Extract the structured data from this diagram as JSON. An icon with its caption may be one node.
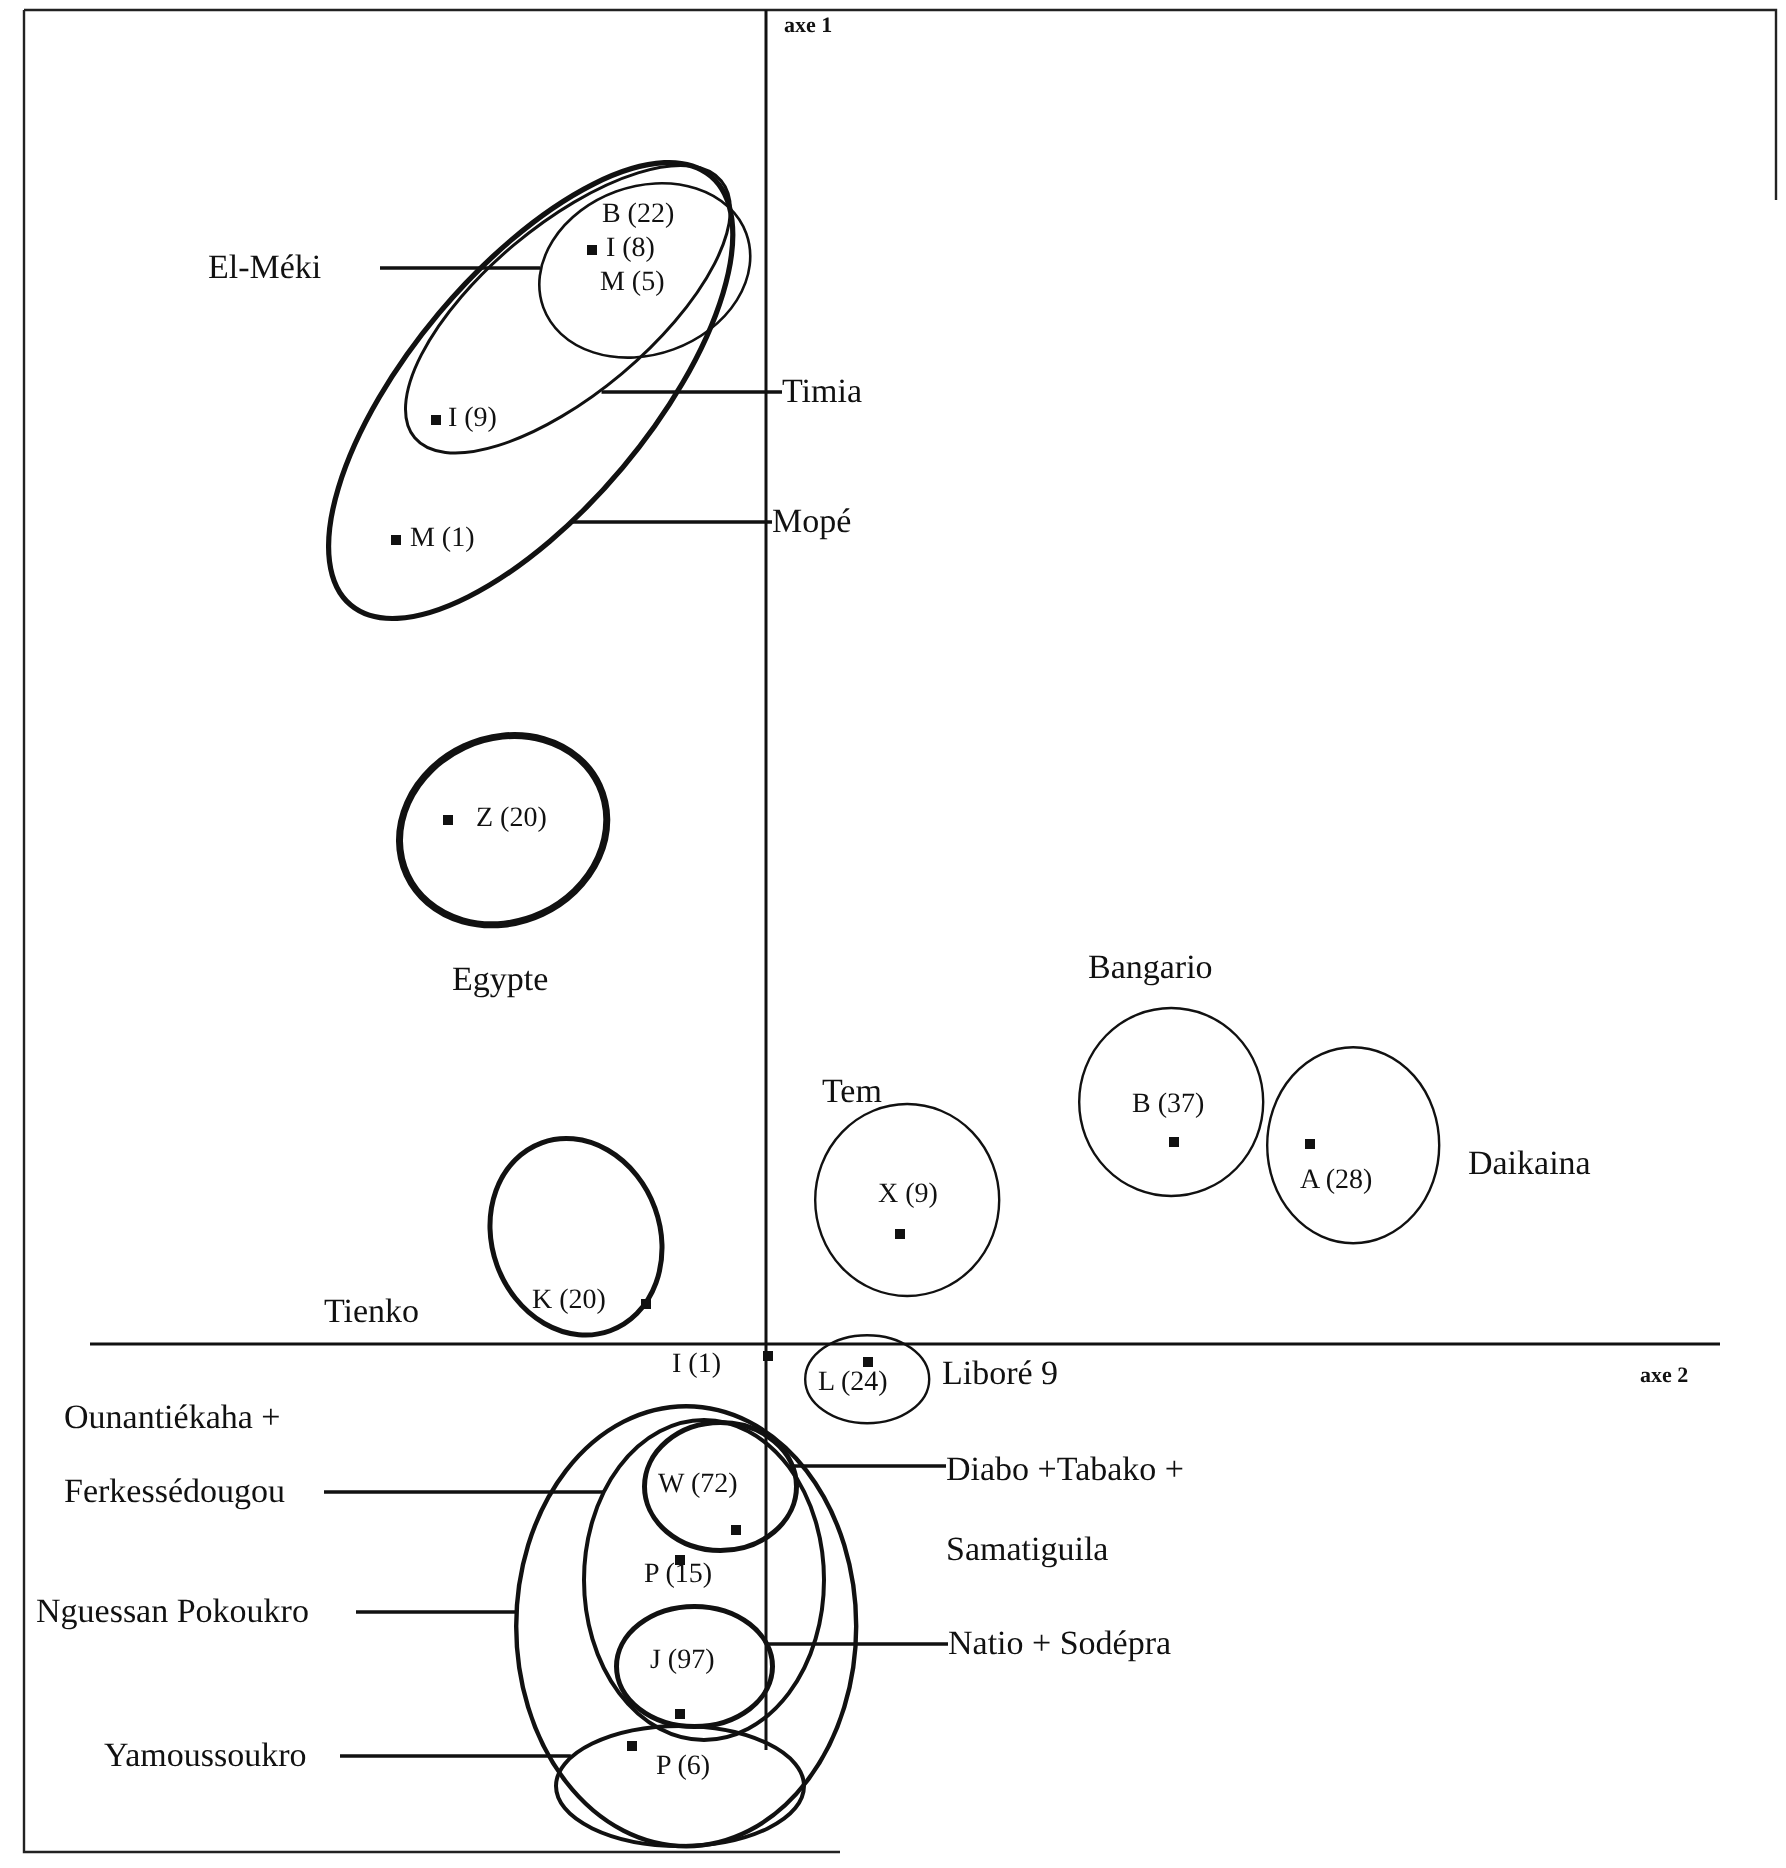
{
  "diagram": {
    "nodes": [
      {
        "text": [
          "El-Méki"
        ]
      },
      {
        "text": [
          "M (1)"
        ]
      },
      {
        "text": [
          "I (9)"
        ],
        "in": 1
      },
      {
        "text": [
          "B (22)",
          "I (8)",
          "M (5)"
        ],
        "in": 2
      },
      {
        "text": [
          "Timia"
        ]
      },
      {
        "text": [
          "Mopé"
        ]
      },
      {
        "text": [
          "Z (20)",
          "Egypte"
        ]
      },
      {
        "text": [
          "Bangario",
          "B (37)"
        ]
      },
      {
        "text": [
          "Tem",
          "X (9)"
        ]
      },
      {
        "text": [
          "A (28)",
          "Daikaina"
        ]
      },
      {
        "text": [
          "Tienko",
          "K (20)"
        ]
      },
      {
        "text": [
          "L (24)",
          "Liboré 9"
        ]
      },
      {
        "text": [
          "Ounantiékaha + Ferkessédougou"
        ]
      },
      {
        "text": [],
        "shape": "ellipse"
      },
      {
        "text": [
          "P (15)"
        ],
        "in": 13
      },
      {
        "text": [
          "W (72)"
        ],
        "in": 14
      },
      {
        "text": [
          "Diabo +Tabako + Samatiguila"
        ]
      },
      {
        "text": [
          "Nguessan Pokoukro"
        ]
      },
      {
        "text": [
          "J (97)"
        ],
        "in": 14
      },
      {
        "text": [
          "Natio + Sodépra"
        ]
      },
      {
        "text": [
          "Yamoussoukro"
        ]
      },
      {
        "text": [
          "P (6)"
        ],
        "in": 13
      }
    ],
    "edges": [
      {
        "from": 0,
        "to": 3,
        "arrow": "none"
      },
      {
        "from": 4,
        "to": 2,
        "arrow": "none"
      },
      {
        "from": 5,
        "to": 1,
        "arrow": "none"
      },
      {
        "from": 12,
        "to": 14,
        "arrow": "none"
      },
      {
        "from": 16,
        "to": 15,
        "arrow": "none"
      },
      {
        "from": 17,
        "to": 13,
        "arrow": "none"
      },
      {
        "from": 19,
        "to": 18,
        "arrow": "none"
      },
      {
        "from": 20,
        "to": 21,
        "arrow": "none"
      }
    ],
    "labels": [
      "axe 1",
      "I (1)",
      "axe 2"
    ]
  }
}
